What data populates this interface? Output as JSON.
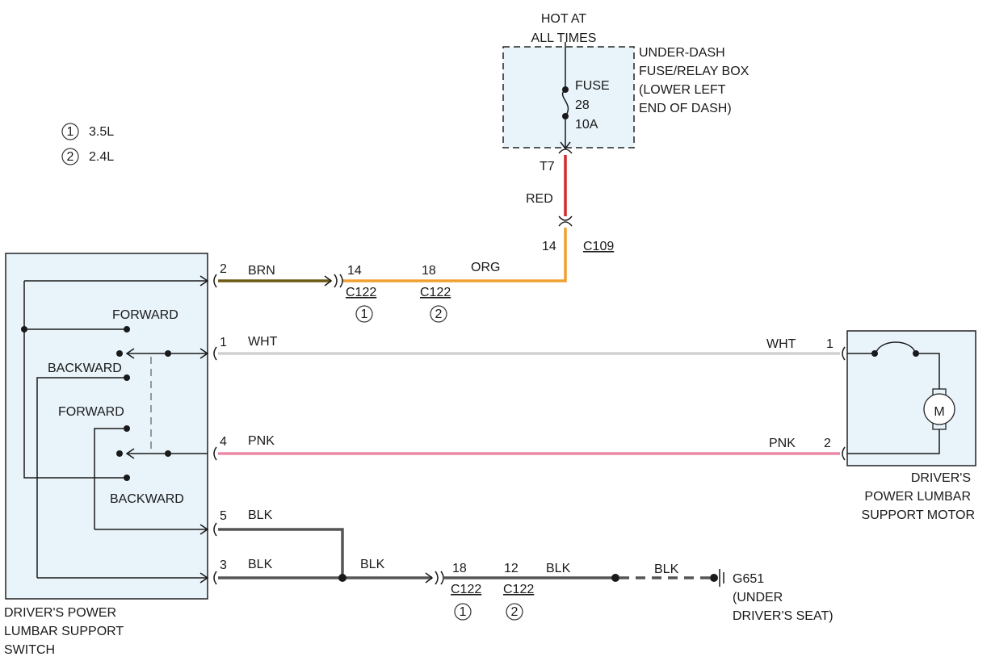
{
  "legend": [
    {
      "num": "1",
      "label": "3.5L"
    },
    {
      "num": "2",
      "label": "2.4L"
    }
  ],
  "power": {
    "hot_line1": "HOT AT",
    "hot_line2": "ALL TIMES",
    "box_label": [
      "UNDER-DASH",
      "FUSE/RELAY BOX",
      "(LOWER LEFT",
      "END OF DASH)"
    ],
    "fuse_label": "FUSE",
    "fuse_number": "28",
    "fuse_rating": "10A",
    "terminal": "T7",
    "wire_red": "RED",
    "c109_pin": "14",
    "c109": "C109"
  },
  "colors": {
    "brn": "#6b5a14",
    "org": "#f0a030",
    "red": "#d42a2a",
    "wht": "#d0d0d0",
    "pnk": "#ec8aa5",
    "blk": "#555555",
    "box_fill": "#e8f4fa"
  },
  "switch": {
    "title": [
      "DRIVER'S POWER",
      "LUMBAR SUPPORT",
      "SWITCH"
    ],
    "forward_upper": "FORWARD",
    "backward_upper": "BACKWARD",
    "forward_lower": "FORWARD",
    "backward_lower": "BACKWARD",
    "pins": {
      "p2": "2",
      "p1": "1",
      "p4": "4",
      "p5": "5",
      "p3": "3"
    }
  },
  "wires": {
    "brn": "BRN",
    "org": "ORG",
    "wht_left": "WHT",
    "wht_right": "WHT",
    "pnk_left": "PNK",
    "pnk_right": "PNK",
    "blk_5": "BLK",
    "blk_3": "BLK",
    "blk_splice": "BLK",
    "blk_after": "BLK",
    "blk_ground": "BLK"
  },
  "connectors": {
    "upper": {
      "pin1": "14",
      "name1": "C122",
      "variant1": "1",
      "pin2": "18",
      "name2": "C122",
      "variant2": "2"
    },
    "lower": {
      "pin1": "18",
      "name1": "C122",
      "variant1": "1",
      "pin2": "12",
      "name2": "C122",
      "variant2": "2"
    }
  },
  "motor": {
    "title": [
      "DRIVER'S",
      "POWER LUMBAR",
      "SUPPORT MOTOR"
    ],
    "symbol": "M",
    "pin1": "1",
    "pin2": "2"
  },
  "ground": {
    "name": "G651",
    "desc1": "(UNDER",
    "desc2": "DRIVER'S SEAT)"
  }
}
